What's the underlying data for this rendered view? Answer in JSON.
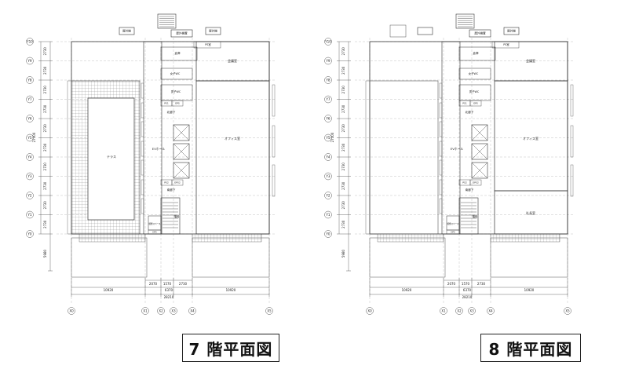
{
  "plans": [
    {
      "id": "floor7",
      "title": "7 階平面図",
      "rows": [
        "Y10",
        "Y9",
        "Y8",
        "Y7",
        "Y6",
        "Y5",
        "Y4",
        "Y3",
        "Y2",
        "Y1",
        "Y0"
      ],
      "row_dims": [
        "2730",
        "2730",
        "2730",
        "2730",
        "2730",
        "2730",
        "2730",
        "2730",
        "2730",
        "2730"
      ],
      "total_dim": "27300",
      "bottom_dim": "5980",
      "cols": [
        "X0",
        "X1",
        "X2",
        "X3",
        "X4",
        "X5"
      ],
      "span_dims": [
        "2070",
        "1570",
        "2730"
      ],
      "mid_dim": "6370",
      "side_dims": [
        "10920",
        "10920"
      ],
      "overall_dim": "28210",
      "rooms": {
        "outdoor_unit_left": "屋外機",
        "outdoor_unit_right": "屋外機",
        "outdoor_unit_top": "屋外機置",
        "warehouse": "倉庫",
        "ps": "PS室",
        "meeting": "会議室",
        "women_wc": "女子WC",
        "men_wc": "男子WC",
        "ps1": "PS1",
        "eps": "EPS",
        "north_corridor": "北廊下",
        "ev_hall": "EVホール",
        "office": "オフィス室",
        "terrace": "テラス",
        "south_corridor": "南廊下",
        "stairs": "階段",
        "ps2": "PS2",
        "eps2": "EPS2",
        "smoking": "喫煙スペース",
        "wc": "WC",
        "president": "",
        "dp": "DPS"
      }
    },
    {
      "id": "floor8",
      "title": "8 階平面図",
      "rows": [
        "Y10",
        "Y9",
        "Y8",
        "Y7",
        "Y6",
        "Y5",
        "Y4",
        "Y3",
        "Y2",
        "Y1",
        "Y0"
      ],
      "row_dims": [
        "2730",
        "2730",
        "2730",
        "2730",
        "2730",
        "2730",
        "2730",
        "2730",
        "2730",
        "2730"
      ],
      "total_dim": "27300",
      "bottom_dim": "5980",
      "cols": [
        "X0",
        "X1",
        "X2",
        "X3",
        "X4",
        "X5"
      ],
      "span_dims": [
        "2070",
        "1570",
        "2730"
      ],
      "mid_dim": "6370",
      "side_dims": [
        "10920",
        "10920"
      ],
      "overall_dim": "28210",
      "rooms": {
        "outdoor_unit_left": "",
        "outdoor_unit_right": "屋外機",
        "outdoor_unit_top": "屋外機置",
        "warehouse": "倉庫",
        "ps": "PS室",
        "meeting": "会議室",
        "women_wc": "女子WC",
        "men_wc": "男子WC",
        "ps1": "PS1",
        "eps": "EPS",
        "north_corridor": "北廊下",
        "ev_hall": "EVホール",
        "office": "オフィス室",
        "terrace": "",
        "south_corridor": "南廊下",
        "stairs": "階段",
        "ps2": "PS2",
        "eps2": "EPS2",
        "smoking": "喫煙スペース",
        "wc": "WC",
        "president": "社長室",
        "dp": "DPS"
      }
    }
  ]
}
